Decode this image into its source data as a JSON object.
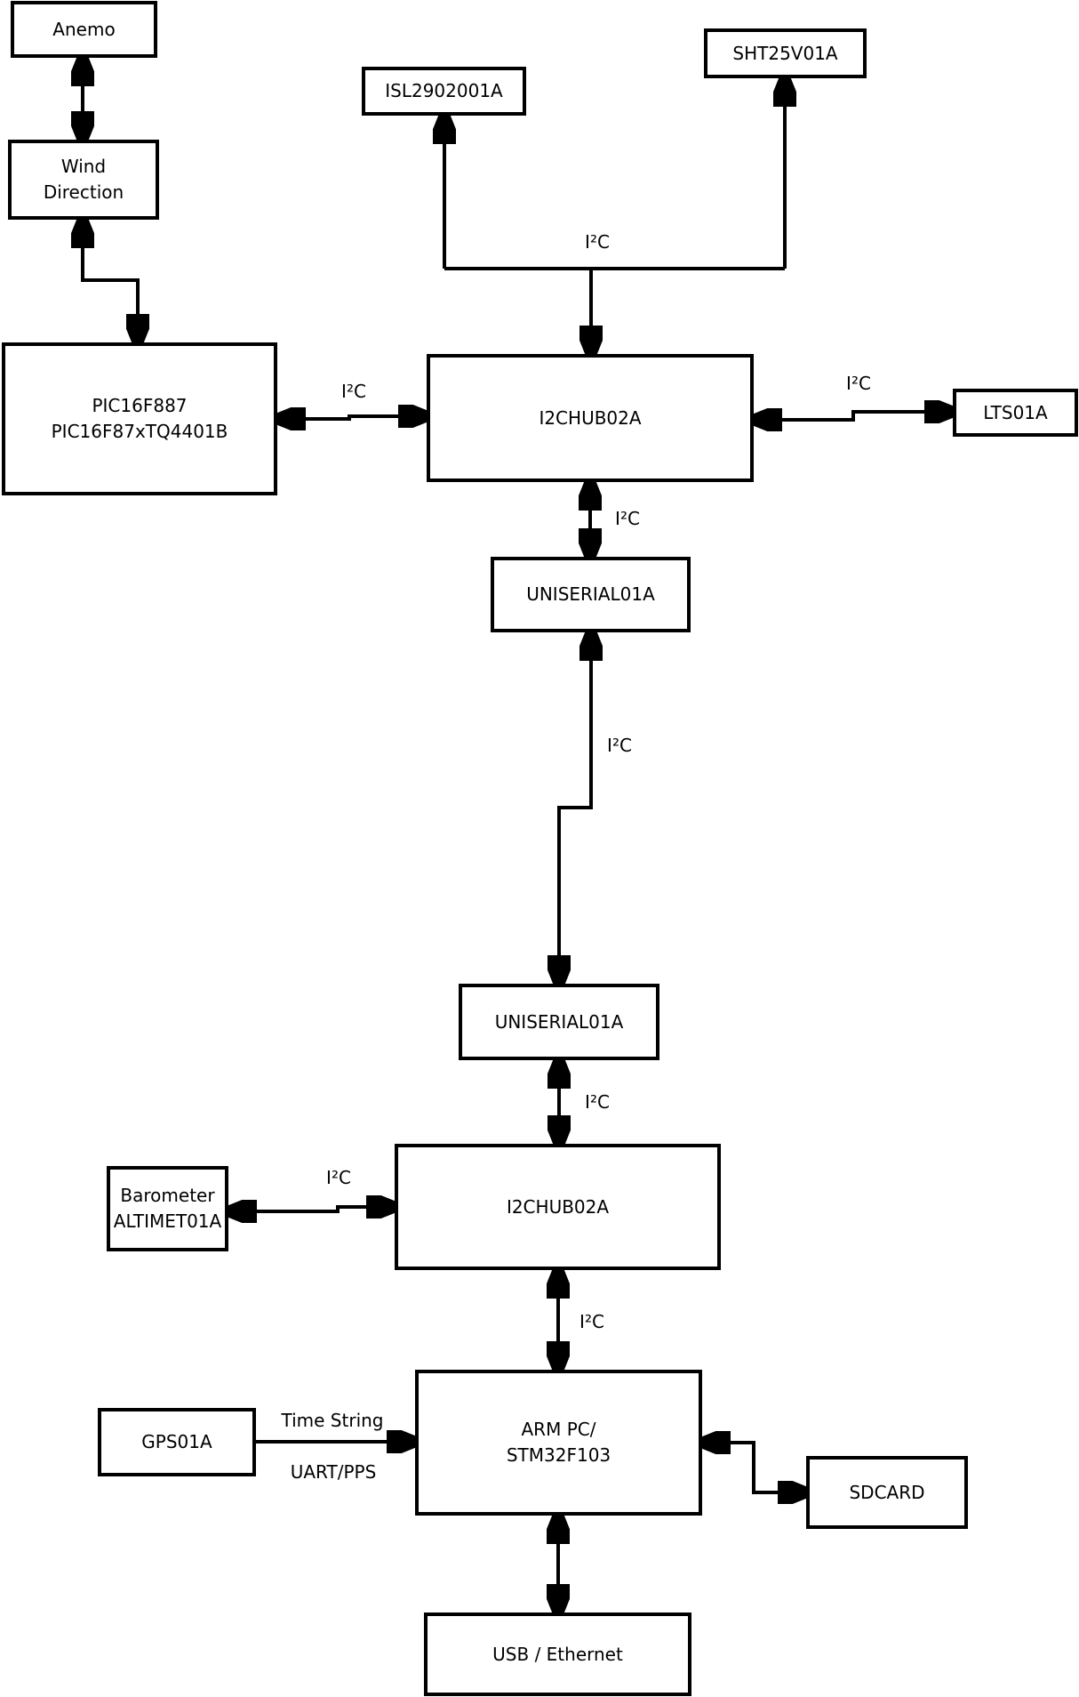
{
  "nodes": {
    "anemo": {
      "label": "Anemo"
    },
    "wind_direction": {
      "label": "Wind\nDirection"
    },
    "pic16f887": {
      "label": "PIC16F887\nPIC16F87xTQ4401B"
    },
    "isl2902001a": {
      "label": "ISL2902001A"
    },
    "sht25v01a": {
      "label": "SHT25V01A"
    },
    "i2chub02a_top": {
      "label": "I2CHUB02A"
    },
    "lts01a": {
      "label": "LTS01A"
    },
    "uniserial01a_upper": {
      "label": "UNISERIAL01A"
    },
    "uniserial01a_lower": {
      "label": "UNISERIAL01A"
    },
    "i2chub02a_bottom": {
      "label": "I2CHUB02A"
    },
    "barometer_altimet01a": {
      "label": "Barometer\nALTIMET01A"
    },
    "gps01a": {
      "label": "GPS01A"
    },
    "arm_pc_stm32f103": {
      "label": "ARM PC/\nSTM32F103"
    },
    "sdcard": {
      "label": "SDCARD"
    },
    "usb_ethernet": {
      "label": "USB / Ethernet"
    }
  },
  "edge_labels": {
    "i2c": "I²C",
    "time_string": "Time String",
    "uart_pps": "UART/PPS"
  },
  "colors": {
    "line": "#000000",
    "background": "#ffffff",
    "node_fill": "#ffffff",
    "text": "#000000"
  }
}
